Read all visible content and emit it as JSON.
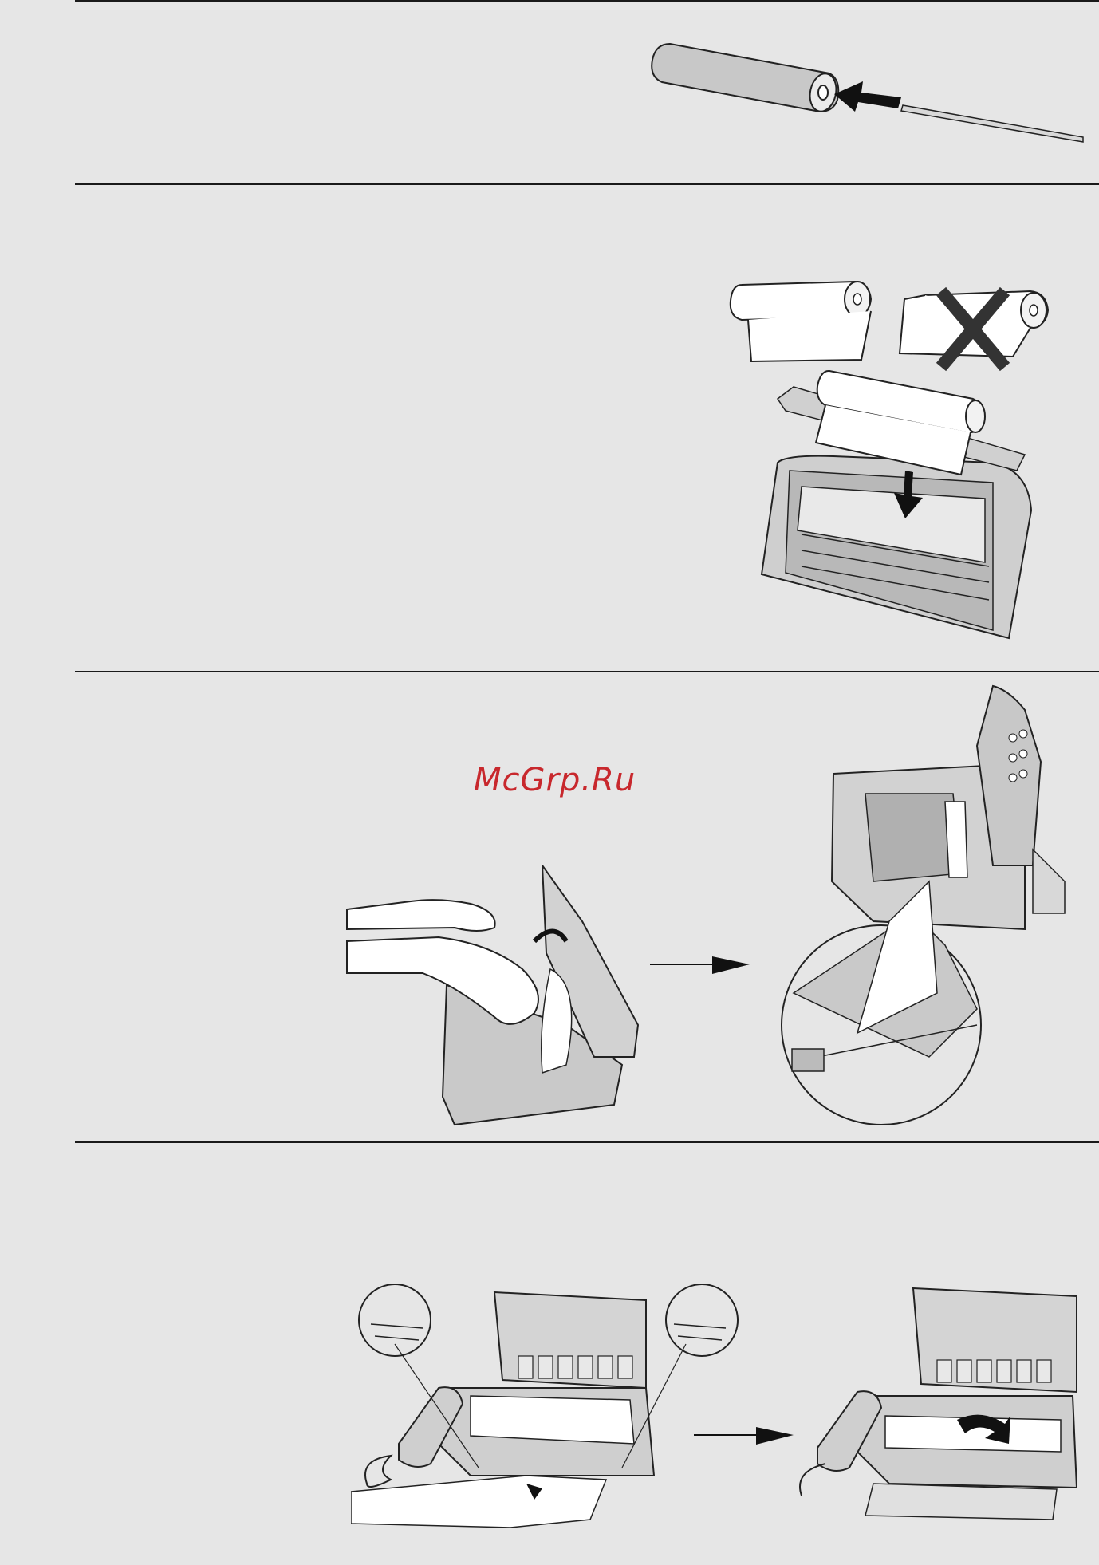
{
  "page": {
    "background": "#e6e6e6",
    "rule_color": "#1a1a1a"
  },
  "watermark": {
    "text": "McGrp.Ru",
    "color": "#c8282d"
  },
  "sections": [
    {
      "illustrations": [
        "roll-with-spindle-insertion"
      ]
    },
    {
      "illustrations": [
        "correct-roll-orientation",
        "incorrect-roll-orientation",
        "roll-drop-into-fax"
      ]
    },
    {
      "illustrations": [
        "hands-threading-paper",
        "step-arrow",
        "fax-cover-closed-detail"
      ]
    },
    {
      "illustrations": [
        "fax-with-guide-callouts",
        "step-arrow",
        "fax-cover-closing"
      ]
    }
  ],
  "icons": [
    "arrow-right-icon",
    "arrow-down-icon",
    "cross-icon"
  ]
}
